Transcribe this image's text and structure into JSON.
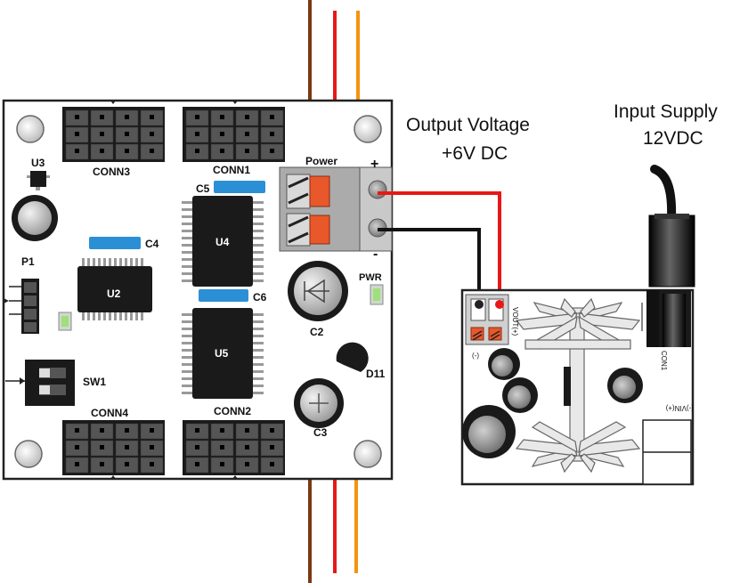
{
  "annotations": {
    "output_voltage_line1": "Output Voltage",
    "output_voltage_line2": "+6V DC",
    "input_supply_line1": "Input Supply",
    "input_supply_line2": "12VDC"
  },
  "board": {
    "conn3": "CONN3",
    "conn1": "CONN1",
    "conn4": "CONN4",
    "conn2": "CONN2",
    "u3": "U3",
    "u2": "U2",
    "u4": "U4",
    "u5": "U5",
    "c2": "C2",
    "c3": "C3",
    "c4": "C4",
    "c5": "C5",
    "c6": "C6",
    "d11": "D11",
    "p1": "P1",
    "sw1": "SW1",
    "power": "Power",
    "pwr": "PWR",
    "plus": "+",
    "minus": "-"
  },
  "regulator": {
    "vout_plus": "VOUT(+)",
    "minus": "(-)",
    "con1": "CON1",
    "vin": "(-)VIN(+)"
  },
  "colors": {
    "wire_red": "#e81818",
    "wire_orange": "#f5930f",
    "wire_brown": "#7a3a12",
    "wire_black": "#111111",
    "cap_blue": "#2b8fd6",
    "led_green": "#9fe07a",
    "terminal_orange": "#e8582a"
  }
}
